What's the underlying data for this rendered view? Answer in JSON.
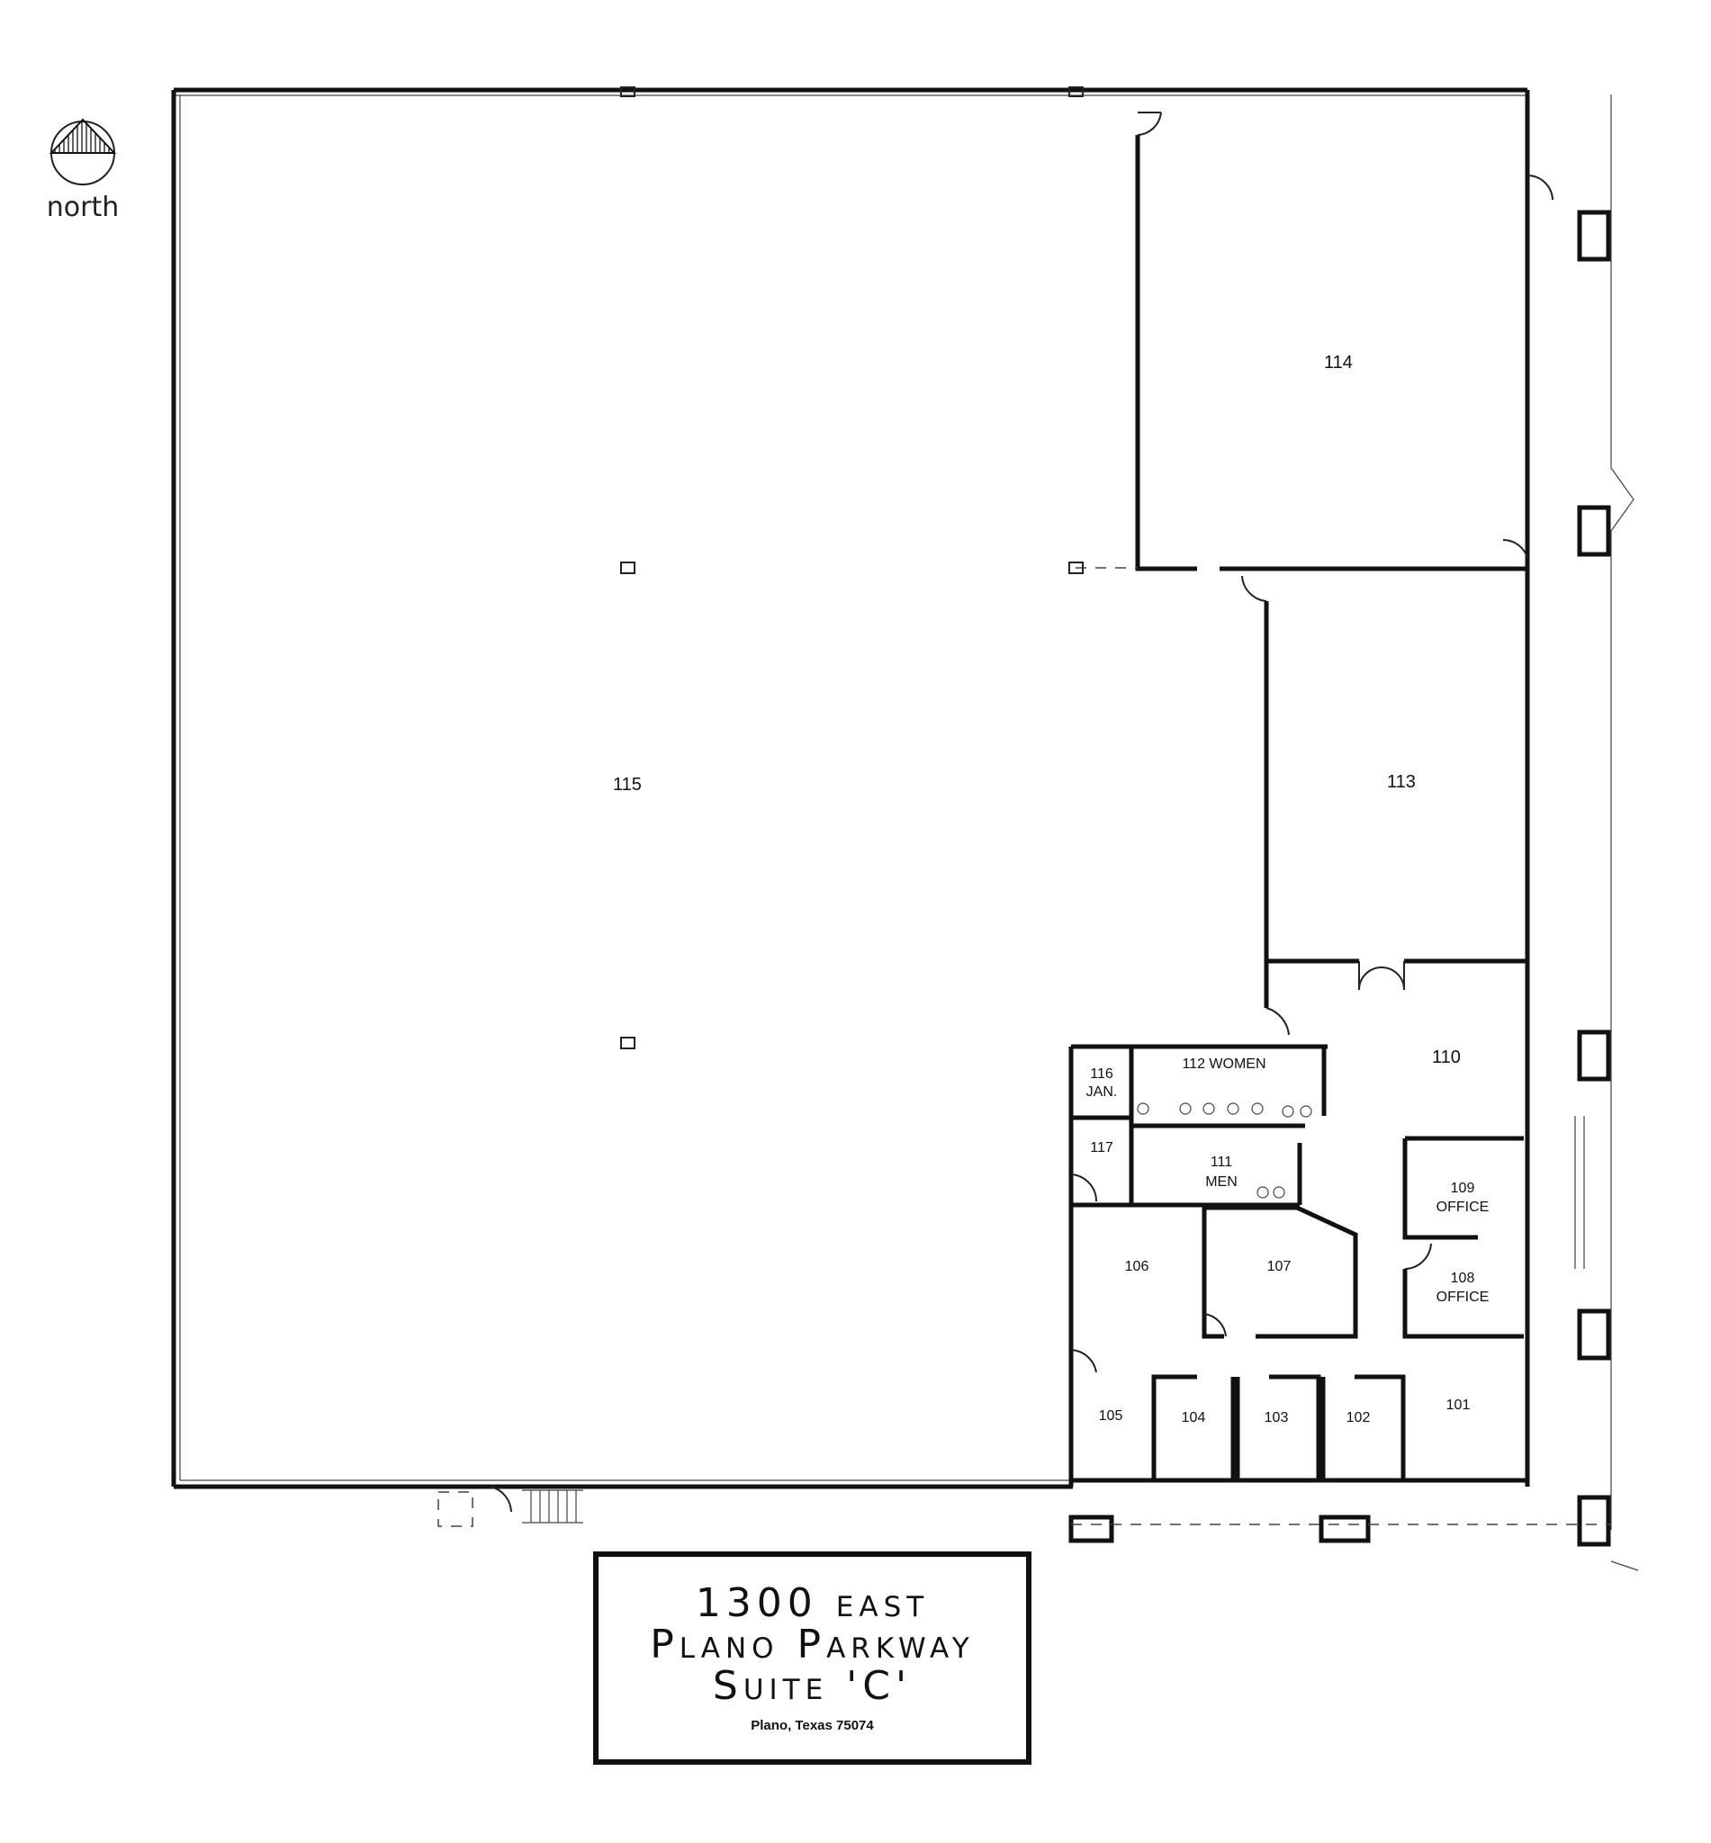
{
  "compass": {
    "label": "north"
  },
  "rooms": {
    "r115": "115",
    "r114": "114",
    "r113": "113",
    "r110": "110",
    "r116": "116",
    "r116_name": "JAN.",
    "r117": "117",
    "r112": "112 WOMEN",
    "r111": "111",
    "r111_name": "MEN",
    "r106": "106",
    "r107": "107",
    "r109": "109",
    "r109_name": "OFFICE",
    "r108": "108",
    "r108_name": "OFFICE",
    "r105": "105",
    "r104": "104",
    "r103": "103",
    "r102": "102",
    "r101": "101"
  },
  "title_block": {
    "line1": "1300 east",
    "line2": "Plano Parkway",
    "line3": "Suite 'C'",
    "city": "Plano, Texas 75074"
  }
}
